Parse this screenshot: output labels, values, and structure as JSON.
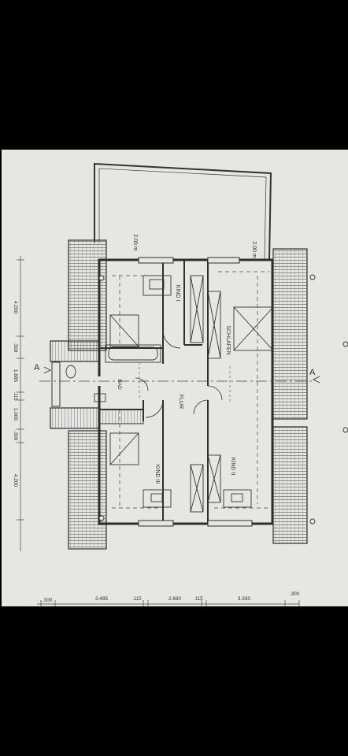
{
  "colors": {
    "paper": "#e6e6e3",
    "ink": "#2e2e2e",
    "background": "#000000"
  },
  "rooms": {
    "kind1": "KIND I",
    "schlafen": "SCHLAFEN",
    "flur": "FLUR",
    "bad": "BAD",
    "kind2": "KIND II",
    "kind3": "KIND III"
  },
  "annotations": {
    "balcony_left": "2.00 m",
    "balcony_right": "2.00 m",
    "section_left": "A",
    "section_right": "A"
  },
  "dims_left": [
    "4.200",
    ".300",
    "1.885",
    ".115",
    "1.000",
    ".300",
    "4.200"
  ],
  "dims_bottom": [
    ".300",
    "3.485",
    ".115",
    "2.660",
    ".115",
    "3.330",
    ".300"
  ]
}
